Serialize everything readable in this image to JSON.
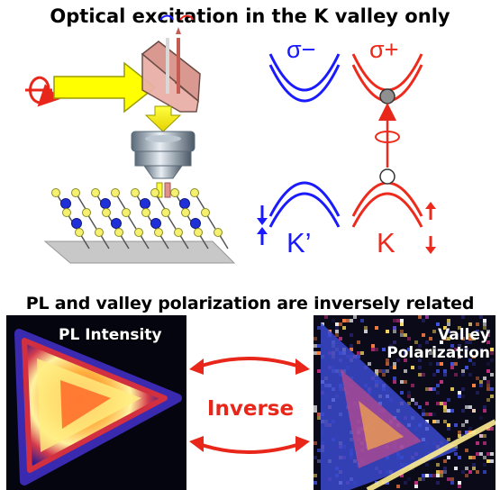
{
  "title_top": "Optical excitation in the K valley only",
  "title_bottom": "PL and valley polarization are inversely related",
  "valleys": {
    "sigma_minus": "σ−",
    "sigma_plus": "σ+",
    "k_prime": "K’",
    "k": "K"
  },
  "images": {
    "pl_label": "PL Intensity",
    "vp_label_line1": "Valley",
    "vp_label_line2": "Polarization"
  },
  "relation_label": "Inverse",
  "colors": {
    "sigma_minus_blue": "#1a1aff",
    "sigma_plus_red": "#ee2a1c",
    "beam_yellow": "#ffff00",
    "arrow_red": "#e8261a"
  }
}
